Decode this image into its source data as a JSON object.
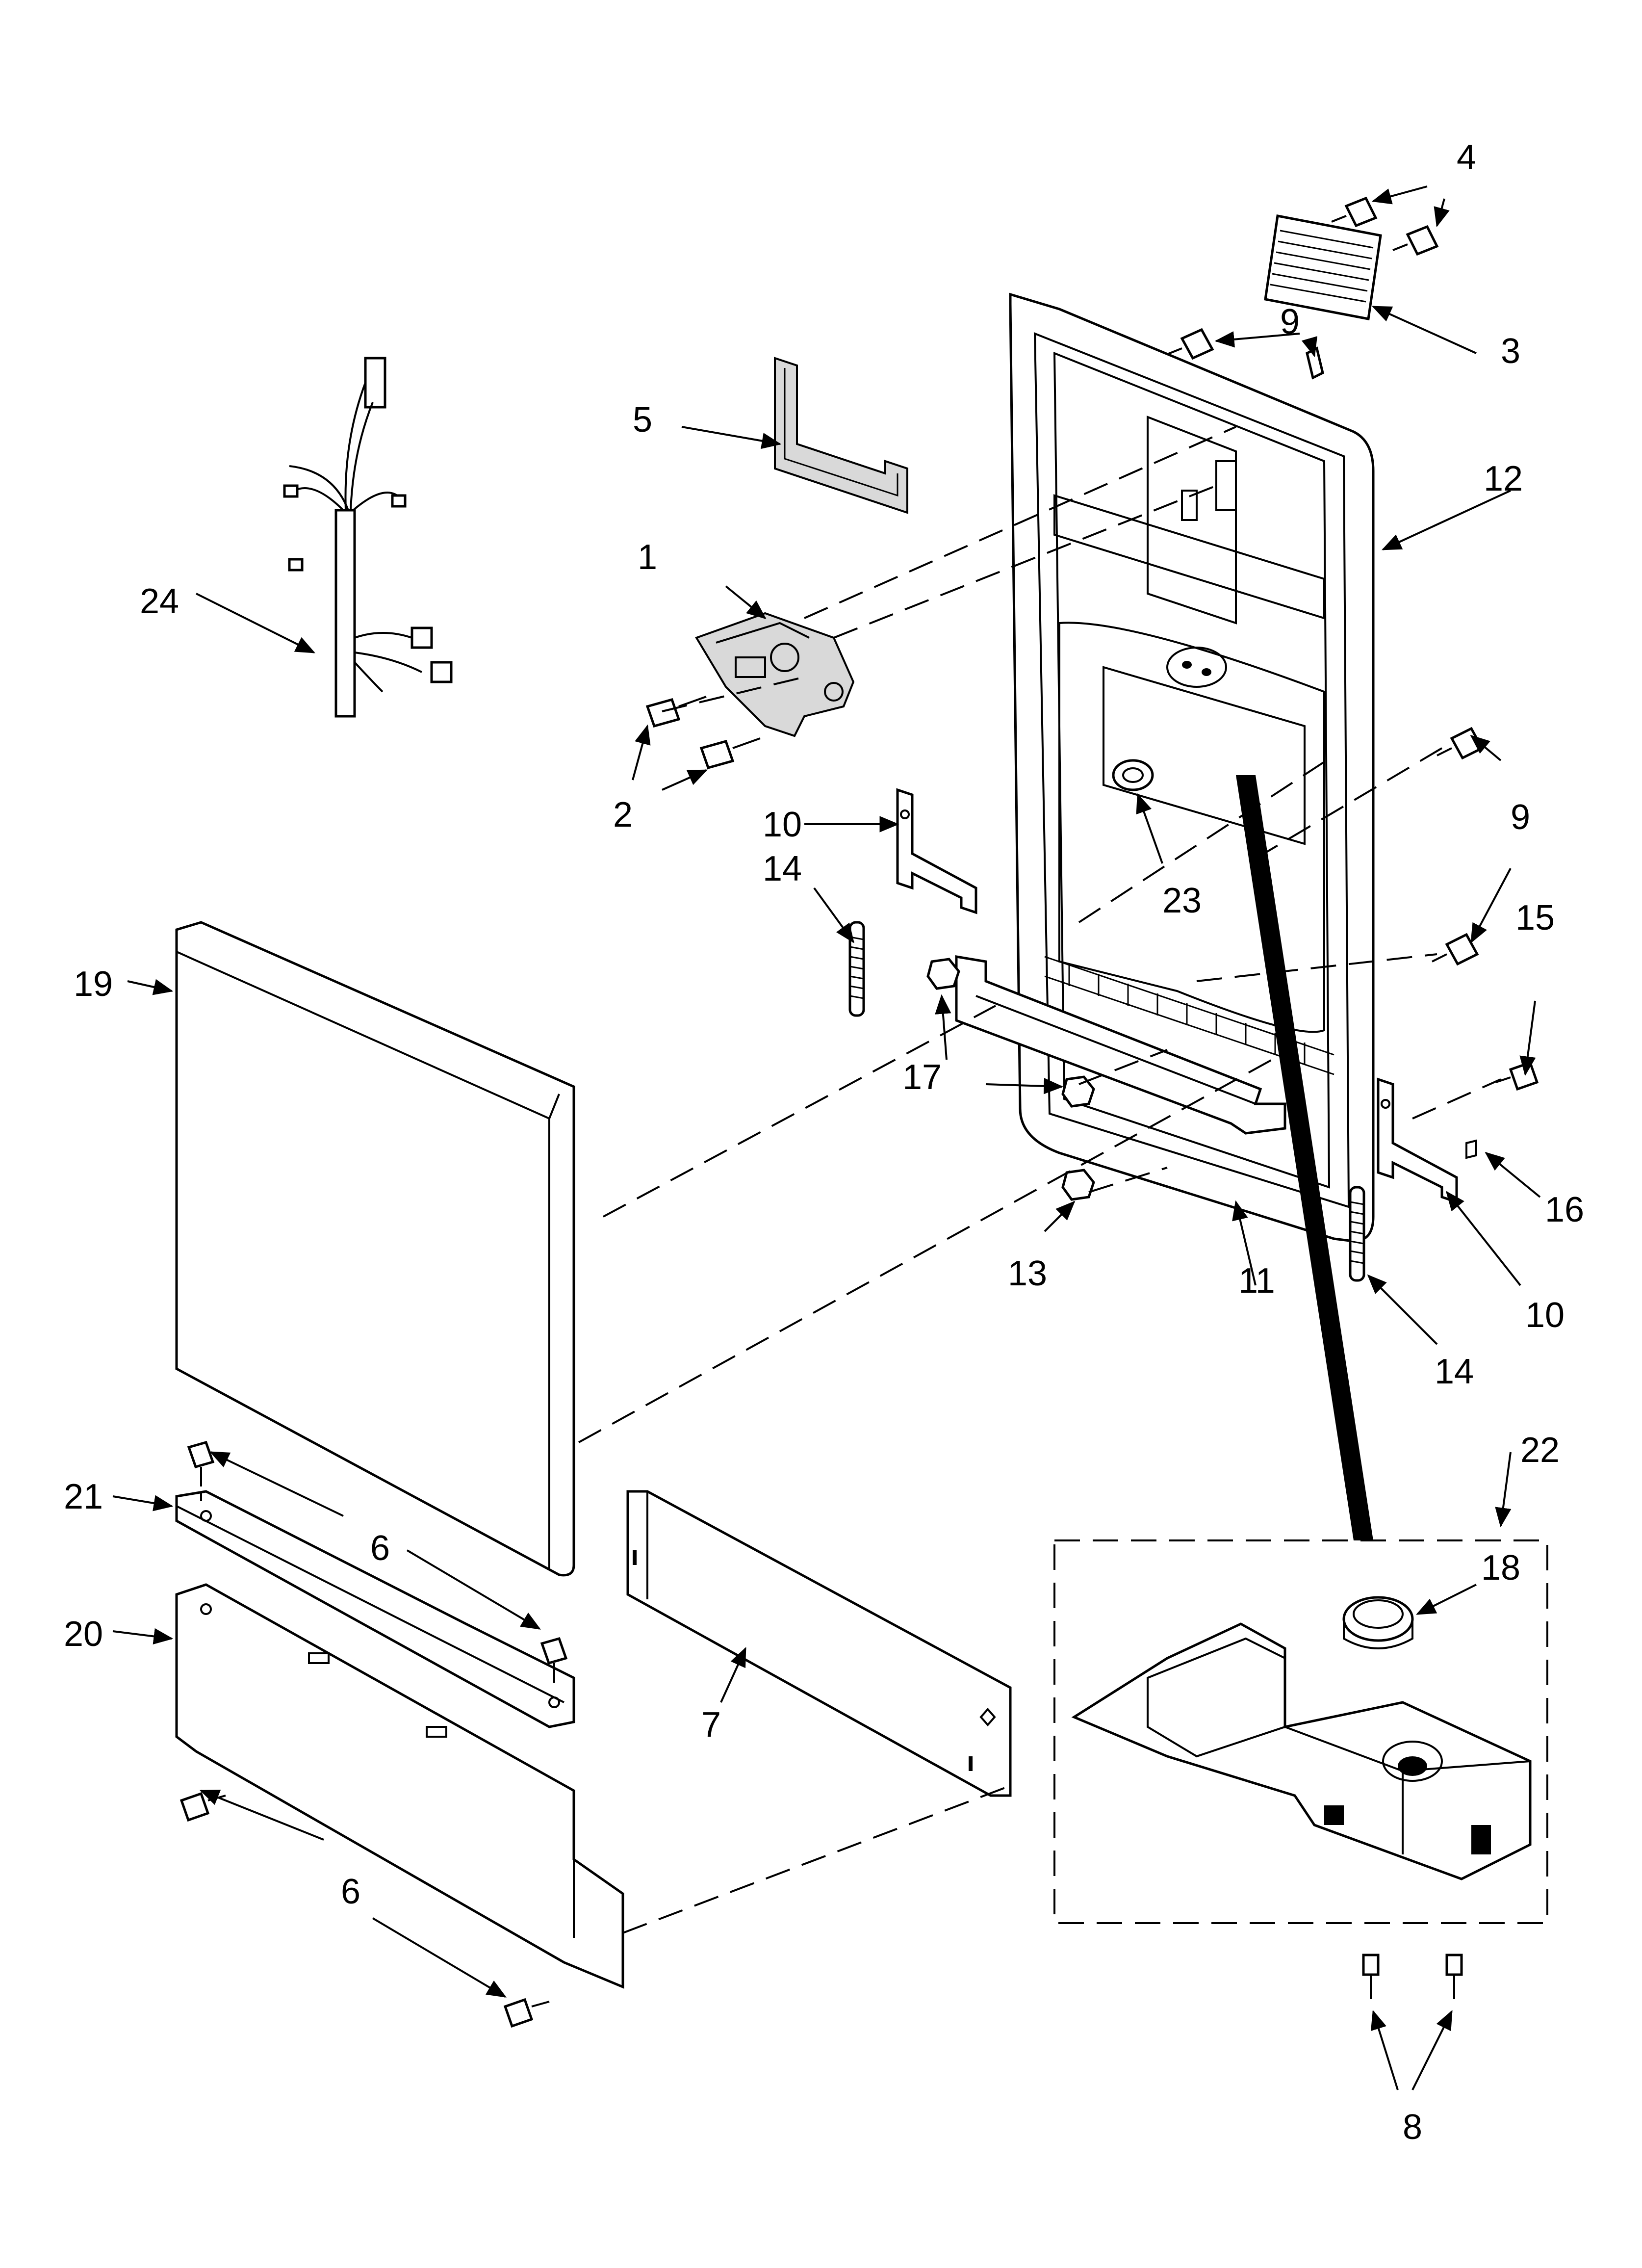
{
  "diagram": {
    "type": "exploded parts diagram",
    "callouts": [
      {
        "id": "1",
        "text": "1"
      },
      {
        "id": "2",
        "text": "2"
      },
      {
        "id": "3",
        "text": "3"
      },
      {
        "id": "4",
        "text": "4"
      },
      {
        "id": "5",
        "text": "5"
      },
      {
        "id": "6a",
        "text": "6"
      },
      {
        "id": "6b",
        "text": "6"
      },
      {
        "id": "7",
        "text": "7"
      },
      {
        "id": "8",
        "text": "8"
      },
      {
        "id": "9a",
        "text": "9"
      },
      {
        "id": "9b",
        "text": "9"
      },
      {
        "id": "10a",
        "text": "10"
      },
      {
        "id": "10b",
        "text": "10"
      },
      {
        "id": "11",
        "text": "11"
      },
      {
        "id": "12",
        "text": "12"
      },
      {
        "id": "13",
        "text": "13"
      },
      {
        "id": "14a",
        "text": "14"
      },
      {
        "id": "14b",
        "text": "14"
      },
      {
        "id": "15",
        "text": "15"
      },
      {
        "id": "16",
        "text": "16"
      },
      {
        "id": "17",
        "text": "17"
      },
      {
        "id": "18",
        "text": "18"
      },
      {
        "id": "19",
        "text": "19"
      },
      {
        "id": "20",
        "text": "20"
      },
      {
        "id": "21",
        "text": "21"
      },
      {
        "id": "22",
        "text": "22"
      },
      {
        "id": "23",
        "text": "23"
      },
      {
        "id": "24",
        "text": "24"
      }
    ]
  }
}
